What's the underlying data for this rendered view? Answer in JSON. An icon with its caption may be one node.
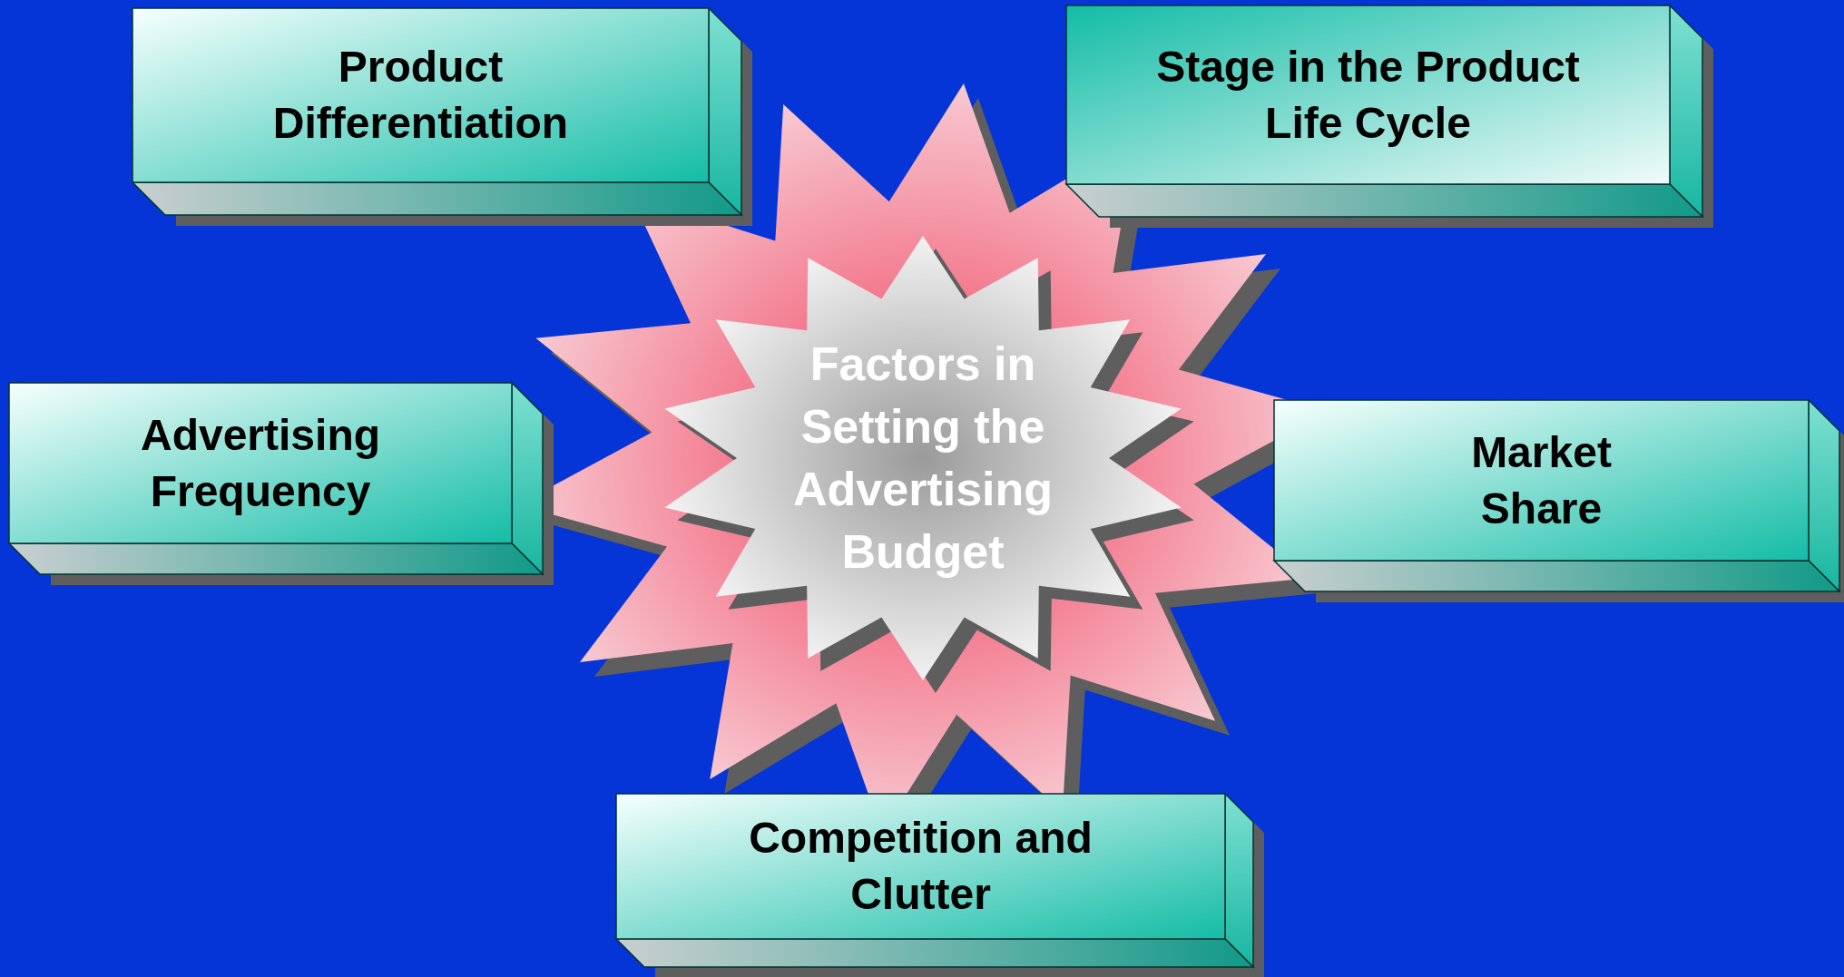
{
  "diagram": {
    "nodes": [
      {
        "text": [
          "Product Differentiation"
        ]
      },
      {
        "text": [
          "Stage in the Product Life Cycle"
        ]
      },
      {
        "text": [
          "Factors in Setting the Advertising Budget"
        ]
      },
      {
        "text": [
          "Advertising Frequency"
        ]
      },
      {
        "text": [
          "Market Share"
        ]
      },
      {
        "text": [
          "Competition and Clutter"
        ]
      }
    ]
  }
}
